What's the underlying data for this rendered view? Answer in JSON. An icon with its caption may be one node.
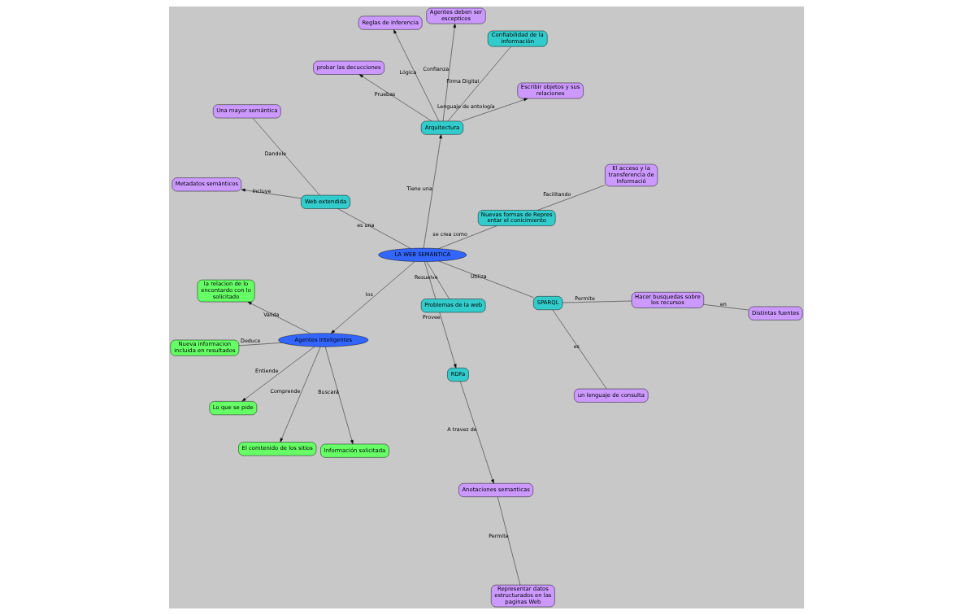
{
  "diagram": {
    "nodes": [
      {
        "text": [
          "LA WEB SEMÁNTICA"
        ]
      },
      {
        "text": [
          "Agentes Inteligentes"
        ]
      },
      {
        "text": [
          "Información solicitada"
        ]
      },
      {
        "text": [
          "Lo que se pide"
        ]
      },
      {
        "text": [
          "El comtenido de los sitios"
        ]
      },
      {
        "text": [
          "la relacion de lo encontardo con lo solicitado"
        ]
      },
      {
        "text": [
          "Nueva informacion incluida en resultados"
        ]
      },
      {
        "text": [
          "RDFa"
        ]
      },
      {
        "text": [
          "Anotaciones semanticas"
        ]
      },
      {
        "text": [
          "Representar datos estructurados en las paginas Web"
        ]
      },
      {
        "text": [
          "Arquitectura"
        ]
      },
      {
        "text": [
          "Escribir objetos y sus relaciones"
        ]
      },
      {
        "text": [
          "Reglas de inferencia"
        ]
      },
      {
        "text": [
          "probar las decucciones"
        ]
      },
      {
        "text": [
          "Agentes deben ser escepticos"
        ]
      },
      {
        "text": [
          "Confiabilidad de la información"
        ]
      },
      {
        "text": [
          "SPARQL"
        ]
      },
      {
        "text": [
          "Hacer busquedas sobre los recursos"
        ]
      },
      {
        "text": [
          "un lenguaje de consulta"
        ]
      },
      {
        "text": [
          "Distintas fuentes"
        ]
      },
      {
        "text": [
          "Problemas de la web"
        ]
      },
      {
        "text": [
          "Nuevas formas de Repres entar el conicimiento"
        ]
      },
      {
        "text": [
          "El acceso y la transferencia de Informació"
        ]
      },
      {
        "text": [
          "Web extendida"
        ]
      },
      {
        "text": [
          "Metadatos semánticos"
        ]
      },
      {
        "text": [
          "Una mayor semántica"
        ]
      }
    ],
    "edges": [
      {
        "from": 0,
        "to": 1,
        "label": "los",
        "arrow": "to"
      },
      {
        "from": 1,
        "to": 2,
        "label": "Buscará",
        "arrow": "to"
      },
      {
        "from": 1,
        "to": 3,
        "label": "Entiende",
        "arrow": "to"
      },
      {
        "from": 1,
        "to": 4,
        "label": "Comprende",
        "arrow": "to"
      },
      {
        "from": 1,
        "to": 5,
        "label": "Valida",
        "arrow": "to"
      },
      {
        "from": 1,
        "to": 6,
        "label": "Deduce",
        "arrow": "none"
      },
      {
        "from": 0,
        "to": 7,
        "label": "Provee",
        "arrow": "to"
      },
      {
        "from": 7,
        "to": 8,
        "label": "A travez de",
        "arrow": "to"
      },
      {
        "from": 8,
        "to": 9,
        "label": "Permite",
        "arrow": "none"
      },
      {
        "from": 0,
        "to": 10,
        "label": "Tiene una",
        "arrow": "to"
      },
      {
        "from": 10,
        "to": 11,
        "label": "Lenguaje de antología",
        "arrow": "to"
      },
      {
        "from": 10,
        "to": 12,
        "label": "Lógica",
        "arrow": "to"
      },
      {
        "from": 10,
        "to": 13,
        "label": "Pruebas",
        "arrow": "to"
      },
      {
        "from": 10,
        "to": 14,
        "label": "Confianza",
        "arrow": "to"
      },
      {
        "from": 10,
        "to": 15,
        "label": "Firma Digital",
        "arrow": "none"
      },
      {
        "from": 0,
        "to": 16,
        "label": "Utiliza",
        "arrow": "none"
      },
      {
        "from": 16,
        "to": 17,
        "label": "Permite",
        "arrow": "none"
      },
      {
        "from": 16,
        "to": 18,
        "label": "es",
        "arrow": "none"
      },
      {
        "from": 17,
        "to": 19,
        "label": "en",
        "arrow": "none"
      },
      {
        "from": 0,
        "to": 21,
        "label": "se crea como",
        "arrow": "none"
      },
      {
        "from": 21,
        "to": 22,
        "label": "Facilitando",
        "arrow": "none"
      },
      {
        "from": 0,
        "to": 23,
        "label": "es una",
        "arrow": "none"
      },
      {
        "from": 23,
        "to": 24,
        "label": "Incluye",
        "arrow": "to"
      },
      {
        "from": 23,
        "to": 25,
        "label": "Dandole",
        "arrow": "none"
      },
      {
        "from": 0,
        "to": 20,
        "label": "Resuelve",
        "arrow": "none"
      }
    ]
  }
}
